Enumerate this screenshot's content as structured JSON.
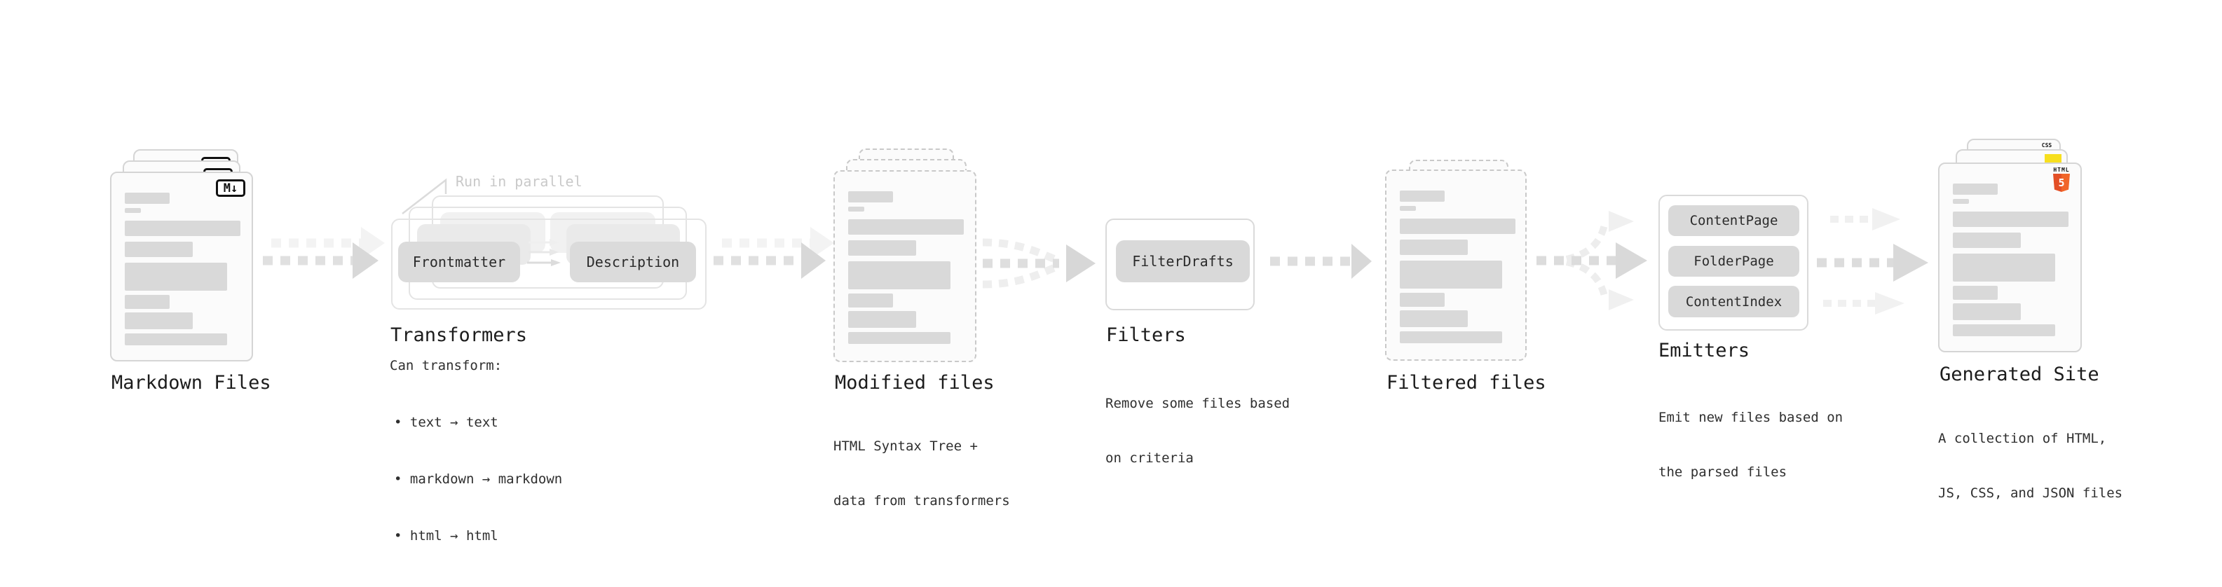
{
  "colors": {
    "html5_orange": "#e34f26",
    "html5_orange_light": "#f16529",
    "js_badge_yellow": "#f7df1e",
    "css_badge_blue": "#2e6bf0",
    "text_dark": "#1c1c1c",
    "annotation_gray": "#c9c9c9",
    "skeleton_bar_gray": "#d9d9d9"
  },
  "stages": {
    "markdown_files": {
      "label": "Markdown Files",
      "badge": "M↓"
    },
    "transformers": {
      "label": "Transformers",
      "annotation": "Run in parallel",
      "left_box": "Frontmatter",
      "right_box": "Description",
      "note_title": "Can transform:",
      "bullets": [
        "• text → text",
        "• markdown → markdown",
        "• html → html"
      ]
    },
    "modified_files": {
      "label": "Modified files",
      "note_lines": [
        "HTML Syntax Tree +",
        "data from transformers"
      ]
    },
    "filters": {
      "label": "Filters",
      "box": "FilterDrafts",
      "note_lines": [
        "Remove some files based",
        "on criteria"
      ]
    },
    "filtered_files": {
      "label": "Filtered files"
    },
    "emitters": {
      "label": "Emitters",
      "items": [
        "ContentPage",
        "FolderPage",
        "ContentIndex"
      ],
      "note_lines": [
        "Emit new files based on",
        "the parsed files"
      ]
    },
    "generated_site": {
      "label": "Generated Site",
      "note_lines": [
        "A collection of HTML,",
        "JS, CSS, and JSON files"
      ],
      "badges": {
        "css": "CSS",
        "html_top": "HTML",
        "html_number": "5"
      }
    }
  }
}
